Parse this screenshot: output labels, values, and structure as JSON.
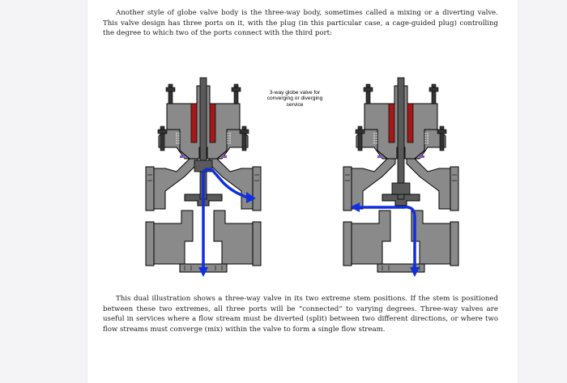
{
  "document": {
    "paragraph_intro": "Another style of globe valve body is the three-way body, sometimes called a mixing or a diverting valve. This valve design has three ports on it, with the plug (in this particular case, a cage-guided plug) controlling the degree to which two of the ports connect with the third port:",
    "figure_label": "3-way globe valve for converging or diverging service",
    "paragraph_caption": "This dual illustration shows a three-way valve in its two extreme stem positions. If the stem is positioned between these two extremes, all three ports will be “connected” to varying degrees. Three-way valves are useful in services where a flow stream must be diverted (split) between two different directions, or where two flow streams must converge (mix) within the valve to form a single flow stream."
  },
  "colors": {
    "body_gray": "#8a8a8a",
    "dark_gray": "#5a5a5a",
    "packing_red": "#a31818",
    "flow_blue": "#1030e0",
    "outline": "#000000"
  },
  "figure": {
    "left_valve_state": "stem up",
    "right_valve_state": "stem down"
  }
}
